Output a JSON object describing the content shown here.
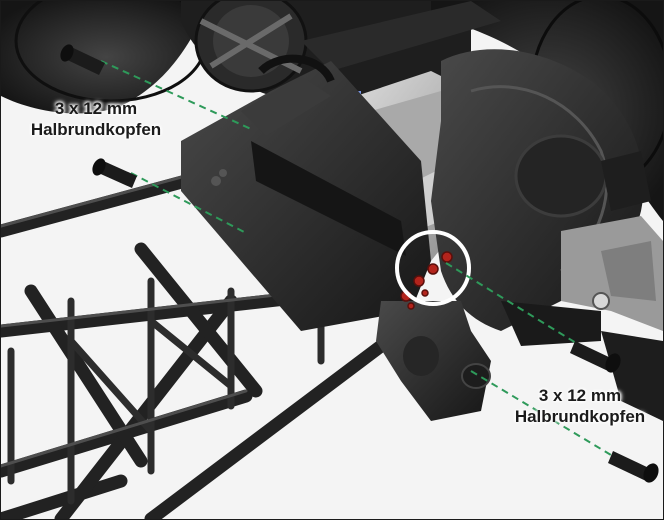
{
  "callouts": [
    {
      "line1": "3 x 12 mm",
      "line2": "Halbrundkopfen"
    },
    {
      "line1": "3 x 12 mm",
      "line2": "Halbrundkopfen"
    }
  ],
  "colors": {
    "chassis": "#2a2a2a",
    "motor_can": "#4a6fd1",
    "aluminum": "#b9b9b9",
    "guide_line": "#2e9a5a",
    "highlight_ring": "#ffffff",
    "screw_holes": "#b3241c"
  }
}
